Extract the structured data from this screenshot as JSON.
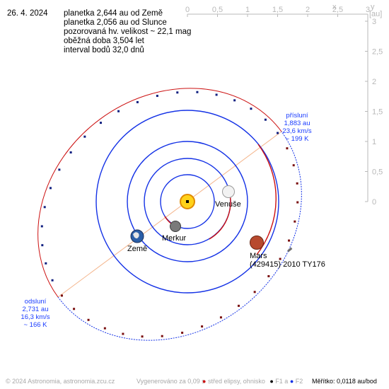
{
  "header": {
    "date": "26. 4. 2024",
    "lines": [
      "planetka 2,644 au od Země",
      "planetka 2,056 au od Slunce",
      "pozorovaná hv. velikost ~ 22,1 mag",
      "oběžná doba 3,504 let",
      "interval bodů 32,0 dnů"
    ]
  },
  "axes": {
    "x_ticks": [
      "0",
      "0,5",
      "1",
      "1,5",
      "2",
      "2,5",
      "3"
    ],
    "y_ticks": [
      "3",
      "2,5",
      "2",
      "1,5",
      "1",
      "0,5",
      "0"
    ],
    "x_label": "x",
    "y_label": "y",
    "unit": "[au]"
  },
  "bodies": {
    "venus": "Venuše",
    "earth": "Země",
    "mercury": "Merkur",
    "mars": "Mars",
    "asteroid": "(429415) 2010 TY176"
  },
  "perihelion": {
    "title": "přísluní",
    "distance": "1,883 au",
    "speed": "23,6 km/s",
    "temp": "~ 199 K"
  },
  "aphelion": {
    "title": "odsluní",
    "distance": "2,731 au",
    "speed": "16,3 km/s",
    "temp": "~ 166 K"
  },
  "footer": {
    "copyright": "© 2024 Astronomia, astronomia.zcu.cz",
    "generated": "Vygenerováno za 0,09 s",
    "legend_center": "střed elipsy, ohnisko",
    "legend_f1": "F1 a",
    "legend_f2": "F2",
    "scale": "Měřítko: 0,0118 au/bod"
  },
  "colors": {
    "planet_orbit": "#1432e6",
    "asteroid_above": "#cc1111",
    "asteroid_below": "#1432e6",
    "apsis_line": "#f4b48a",
    "text_blue": "#1a3cff",
    "grid_grey": "#b8b8b8"
  }
}
